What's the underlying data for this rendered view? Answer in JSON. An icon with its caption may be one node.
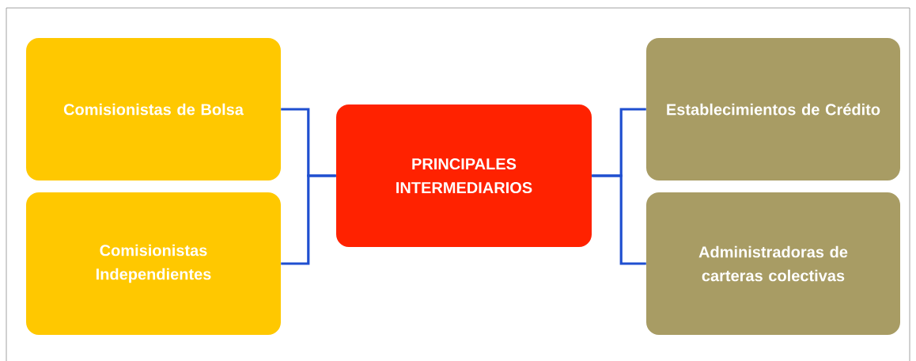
{
  "diagram": {
    "nodes": [
      {
        "text": [
          "PRINCIPALES INTERMEDIARIOS"
        ]
      },
      {
        "text": [
          "Comisionistas de Bolsa"
        ]
      },
      {
        "text": [
          "Comisionistas Independientes"
        ]
      },
      {
        "text": [
          "Establecimientos de Crédito"
        ]
      },
      {
        "text": [
          "Administradoras de carteras colectivas"
        ]
      }
    ],
    "edges": [
      {
        "from": 0,
        "to": 1,
        "arrow": "none"
      },
      {
        "from": 0,
        "to": 2,
        "arrow": "none"
      },
      {
        "from": 0,
        "to": 3,
        "arrow": "none"
      },
      {
        "from": 0,
        "to": 4,
        "arrow": "none"
      }
    ]
  }
}
